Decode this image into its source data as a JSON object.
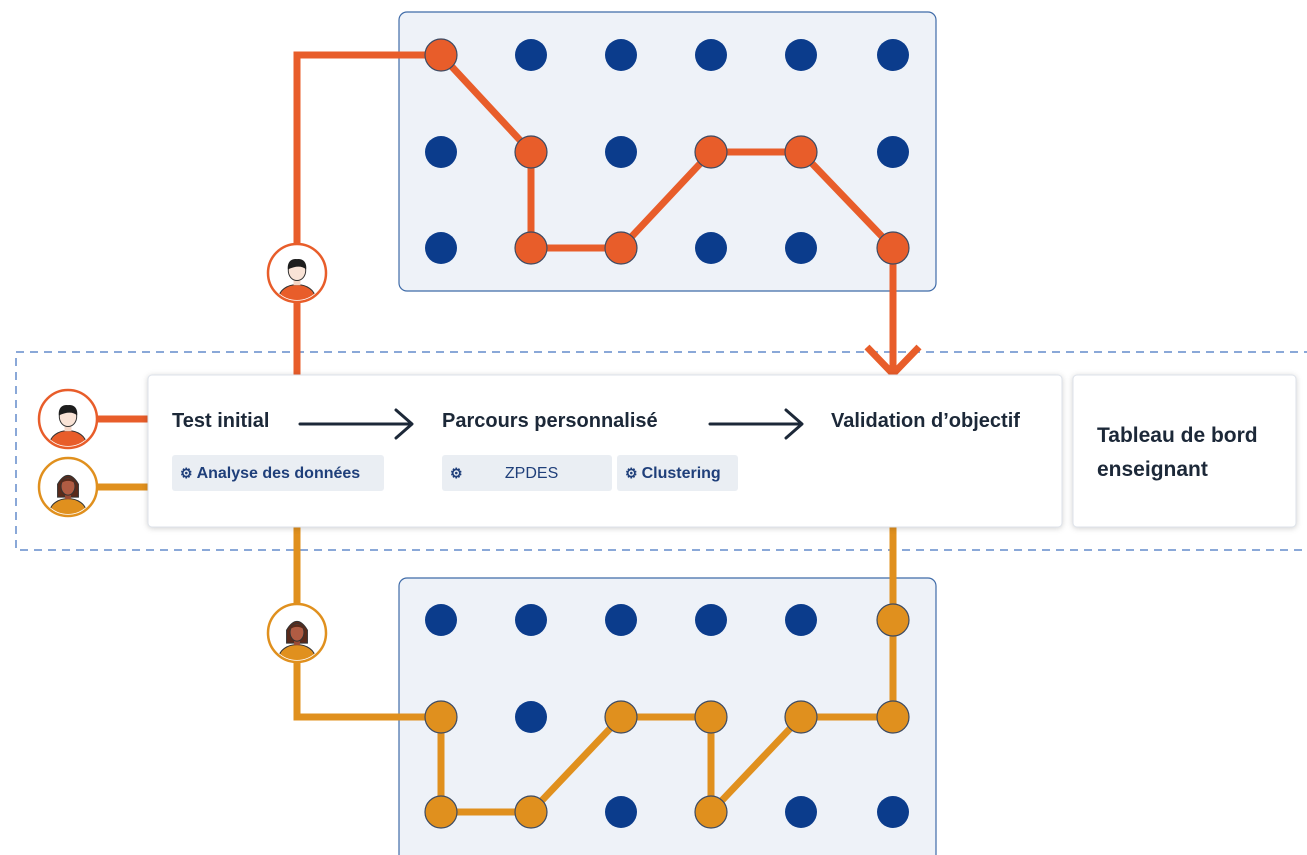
{
  "colors": {
    "orange": "#e85d2a",
    "amber": "#e0901e",
    "dot_blue": "#0b3c8c",
    "panel_fill": "#eef2f8",
    "panel_border": "#3f6ba8",
    "dashed": "#8aa8d8",
    "arrow_dark": "#1c2838"
  },
  "icons": {
    "learner_1": "boy-avatar-icon",
    "learner_2": "girl-avatar-icon",
    "gear": "gear-icon",
    "arrow": "arrow-right-icon"
  },
  "steps": {
    "test_initial": "Test initial",
    "parcours": "Parcours personnalisé",
    "validation": "Validation d’objectif"
  },
  "tags": {
    "analyse": "Analyse des données",
    "zpdes": "ZPDES",
    "clustering": "Clustering"
  },
  "dashboard": {
    "title": "Tableau de bord enseignant"
  },
  "grids": {
    "rows": 3,
    "cols": 6,
    "top_path": [
      [
        0,
        0
      ],
      [
        1,
        1
      ],
      [
        2,
        1
      ],
      [
        2,
        2
      ],
      [
        1,
        3
      ],
      [
        1,
        4
      ],
      [
        2,
        5
      ]
    ],
    "bottom_path": [
      [
        1,
        0
      ],
      [
        2,
        0
      ],
      [
        2,
        1
      ],
      [
        1,
        2
      ],
      [
        1,
        3
      ],
      [
        2,
        3
      ],
      [
        1,
        4
      ],
      [
        1,
        5
      ],
      [
        0,
        5
      ]
    ]
  }
}
